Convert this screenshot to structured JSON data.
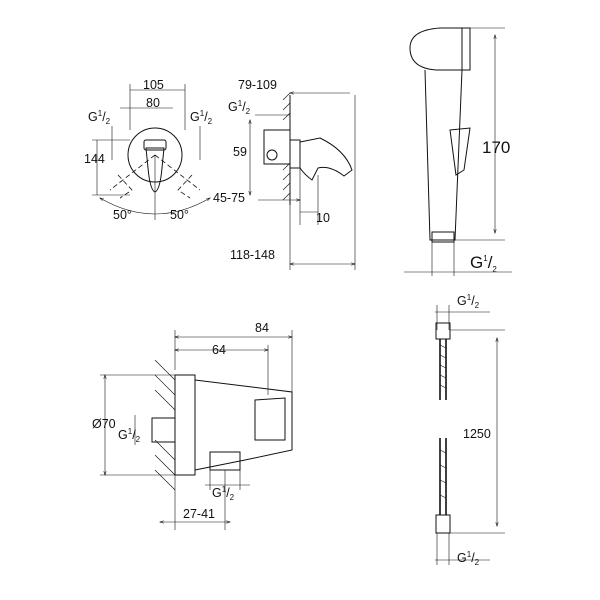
{
  "mixer_front": {
    "width_outer": "105",
    "width_inner": "80",
    "thread_left": "G",
    "thread_left_num": "1",
    "thread_left_den": "2",
    "thread_right": "G",
    "thread_right_num": "1",
    "thread_right_den": "2",
    "height": "144",
    "angle_left": "50°",
    "angle_right": "50°"
  },
  "mixer_side": {
    "depth_range": "79-109",
    "thread": "G",
    "thread_num": "1",
    "thread_den": "2",
    "offset": "59",
    "wall_range": "45-75",
    "projection": "10",
    "total_range": "118-148"
  },
  "handshower": {
    "height": "170",
    "thread": "G",
    "thread_num": "1",
    "thread_den": "2"
  },
  "wall_outlet": {
    "total_width": "84",
    "body_width": "64",
    "diameter": "Ø70",
    "thread_side": "G",
    "thread_side_num": "1",
    "thread_side_den": "2",
    "thread_bottom": "G",
    "thread_bottom_num": "1",
    "thread_bottom_den": "2",
    "wall_range": "27-41"
  },
  "hose": {
    "top_thread": "G",
    "top_num": "1",
    "top_den": "2",
    "length": "1250",
    "bottom_thread": "G",
    "bottom_num": "1",
    "bottom_den": "2"
  }
}
